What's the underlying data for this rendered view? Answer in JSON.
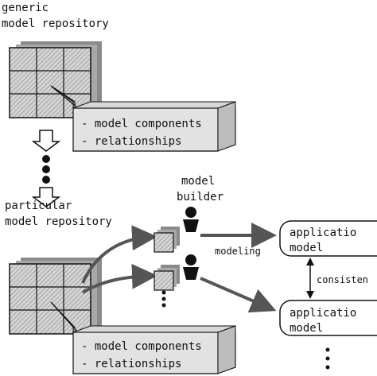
{
  "generic_repo": {
    "title_line1": "generic",
    "title_line2": "model repository",
    "callout_line1": "- model components",
    "callout_line2": "- relationships"
  },
  "particular_repo": {
    "title_line1": "particular",
    "title_line2": "model repository",
    "callout_line1": "- model components",
    "callout_line2": "- relationships"
  },
  "model_builder": {
    "line1": "model",
    "line2": "builder"
  },
  "modeling_label": "modeling",
  "consistency_label": "consisten",
  "app_model_top": {
    "line1": "applicatio",
    "line2": "model"
  },
  "app_model_bottom": {
    "line1": "applicatio",
    "line2": "model"
  },
  "colors": {
    "ink": "#111111",
    "grid_fill": "#c8c8c8",
    "callout_fill": "#dcdcdc",
    "arrow": "#555555",
    "shadow": "#8a8a8a"
  }
}
